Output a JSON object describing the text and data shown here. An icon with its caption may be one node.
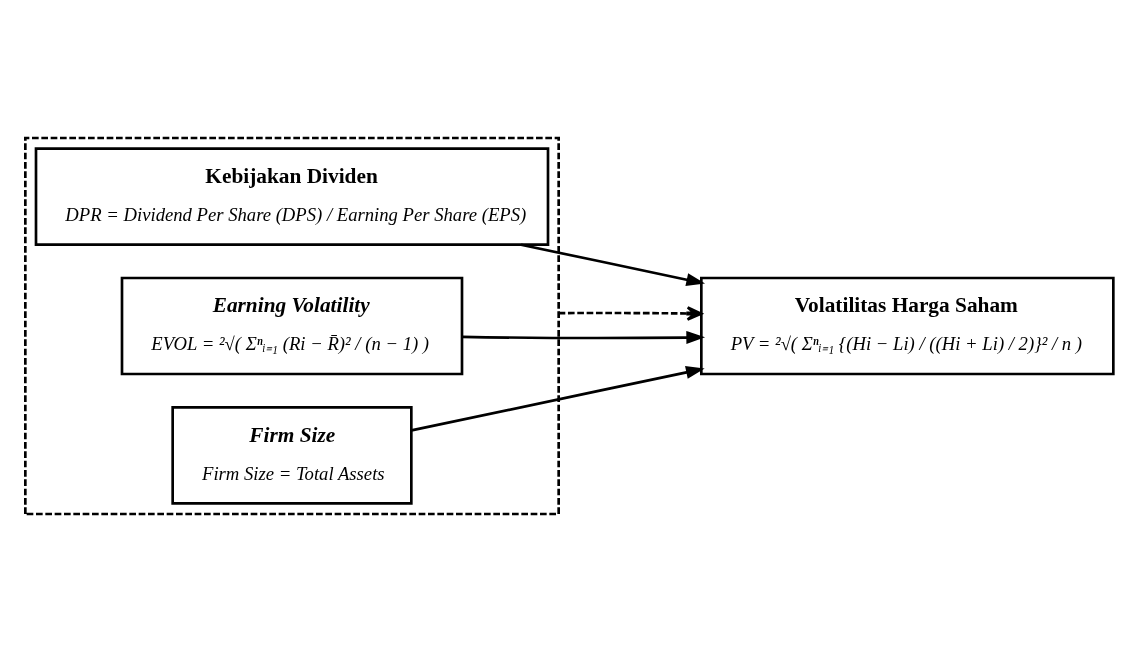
{
  "diagram": {
    "nodes": [
      {
        "text": [],
        "shape": "box"
      },
      {
        "text": [
          "Kebijakan Dividen",
          "DPR = Dividend Per Share (DPS) / Earning Per Share (EPS)"
        ],
        "in": 0
      },
      {
        "text": [
          "Earning Volatility",
          "EVOL = ²√( Σⁿᵢ₌₁ (Ri − R̄)² / (n − 1) )"
        ],
        "in": 0
      },
      {
        "text": [
          "Firm Size",
          "Firm Size = Total Assets"
        ],
        "in": 0
      },
      {
        "text": [
          "Volatilitas Harga Saham",
          "PV = ²√( Σⁿᵢ₌₁ {(Hi − Li) / ((Hi + Li) / 2)}² / n )"
        ]
      }
    ],
    "edges": [
      {
        "from": 1,
        "to": 4,
        "arrow": "to"
      },
      {
        "from": 2,
        "to": 4,
        "arrow": "to"
      },
      {
        "from": 3,
        "to": 4,
        "arrow": "to"
      },
      {
        "from": 0,
        "to": 4,
        "arrow": "to",
        "style": "dashed"
      }
    ]
  }
}
